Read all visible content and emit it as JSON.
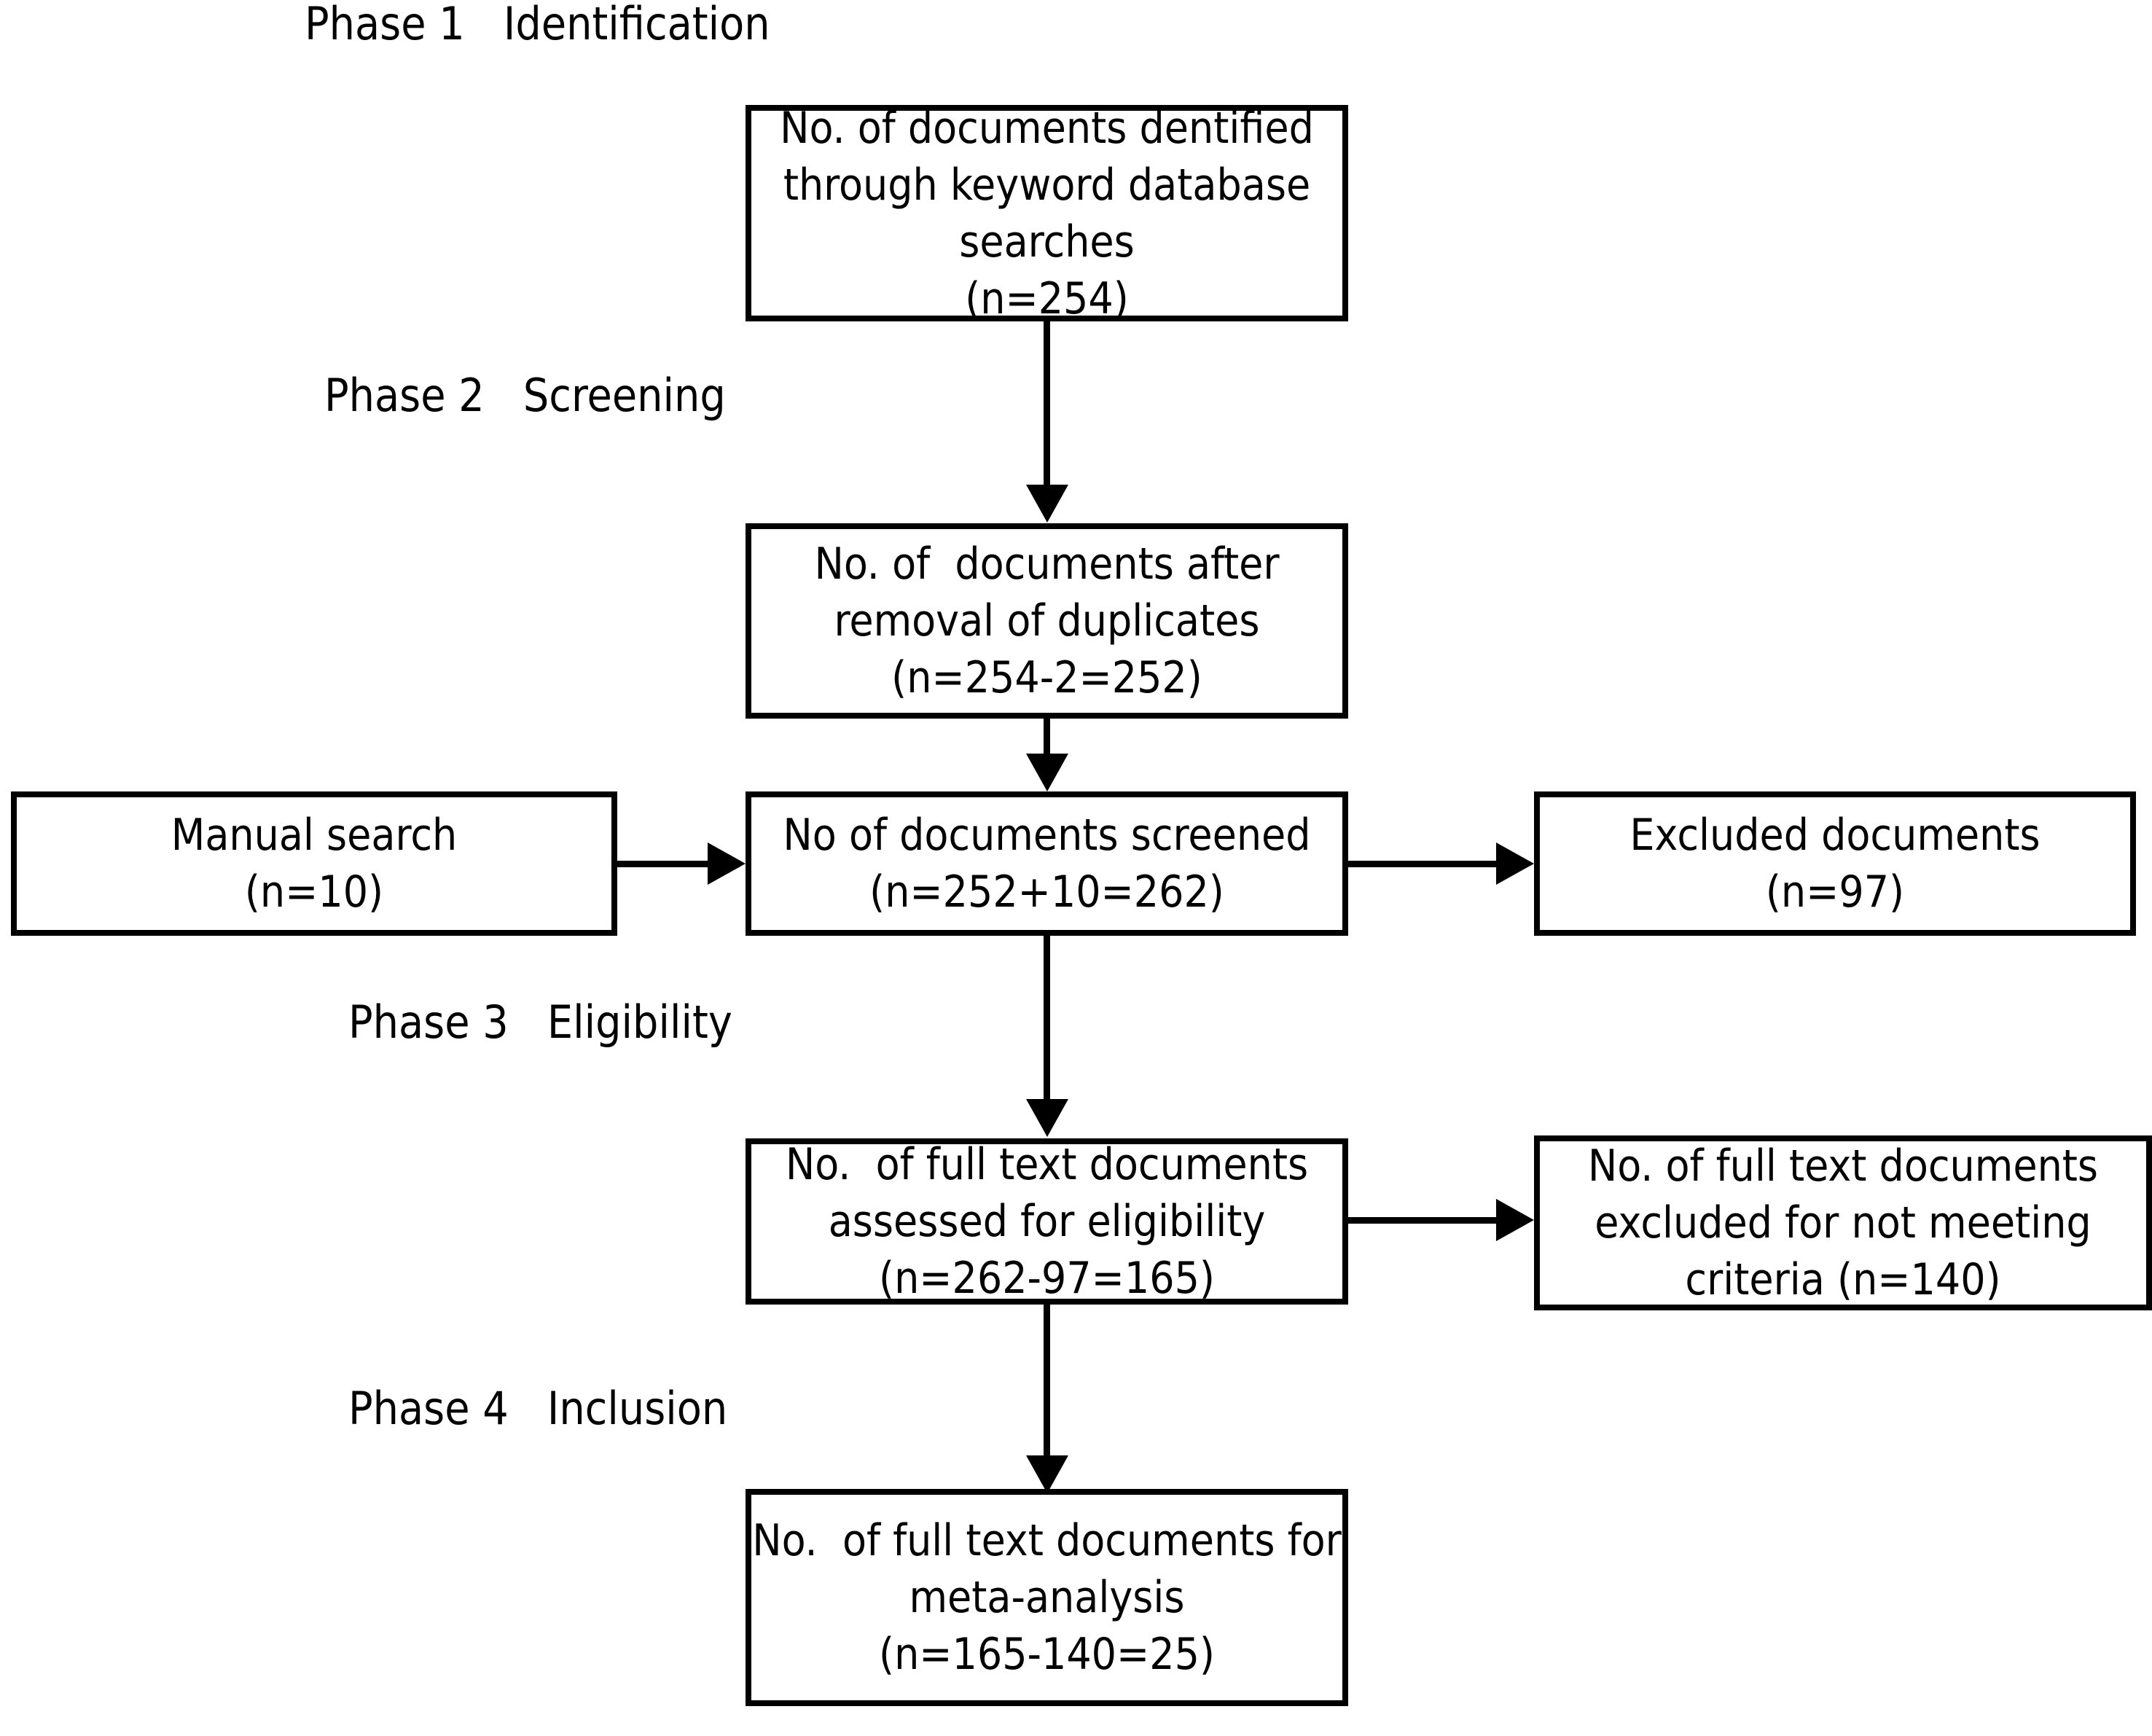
{
  "diagram": {
    "title": "PRISMA document selection flow diagram",
    "background_color": "#ffffff",
    "line_color": "#000000",
    "text_color": "#000000"
  },
  "phases": [
    {
      "label": "Phase 1   Identification"
    },
    {
      "label": "Phase 2   Screening"
    },
    {
      "label": "Phase 3   Eligibility"
    },
    {
      "label": "Phase 4   Inclusion"
    }
  ],
  "boxes": {
    "identified": {
      "line1": "No. of documents dentified",
      "line2": "through keyword database",
      "line3": "searches",
      "line4": "(n=254)",
      "count": 254
    },
    "after_duplicates": {
      "line1": "No. of  documents after",
      "line2": "removal of duplicates",
      "line3": "(n=254-2=252)",
      "count": 252
    },
    "manual_search": {
      "line1": "Manual search",
      "line2": "(n=10)",
      "count": 10
    },
    "screened": {
      "line1": "No of documents screened",
      "line2": "(n=252+10=262)",
      "count": 262
    },
    "excluded": {
      "line1": "Excluded documents",
      "line2": "(n=97)",
      "count": 97
    },
    "assessed": {
      "line1": "No.  of full text documents",
      "line2": "assessed for eligibility",
      "line3": "(n=262-97=165)",
      "count": 165
    },
    "excluded_criteria": {
      "line1": "No. of full text documents",
      "line2": "excluded for not meeting",
      "line3": "criteria (n=140)",
      "count": 140
    },
    "included": {
      "line1": "No.  of full text documents for",
      "line2": "meta-analysis",
      "line3": "(n=165-140=25)",
      "count": 25
    }
  },
  "connectors": [
    {
      "name": "identified-to-after-duplicates",
      "direction": "down"
    },
    {
      "name": "after-duplicates-to-screened",
      "direction": "down"
    },
    {
      "name": "manual-search-to-screened",
      "direction": "right"
    },
    {
      "name": "screened-to-excluded",
      "direction": "right"
    },
    {
      "name": "screened-to-assessed",
      "direction": "down"
    },
    {
      "name": "assessed-to-excluded-criteria",
      "direction": "right"
    },
    {
      "name": "assessed-to-included",
      "direction": "down"
    }
  ]
}
